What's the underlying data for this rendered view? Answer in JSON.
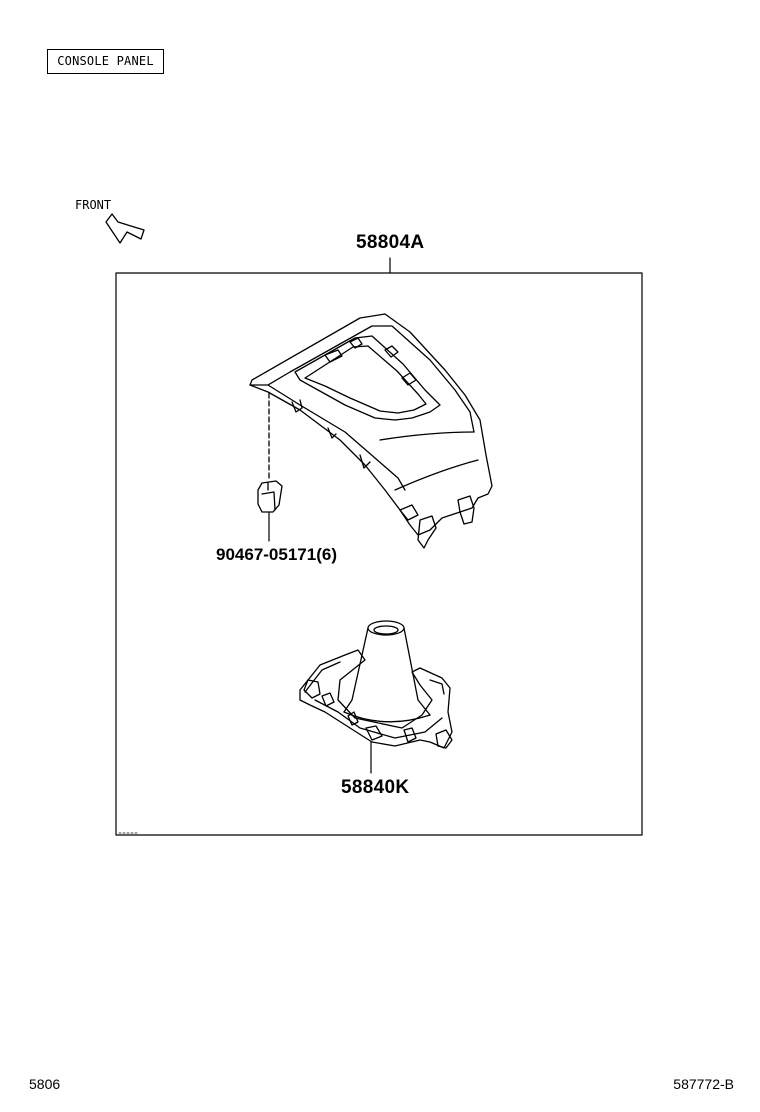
{
  "header": {
    "section_title": "CONSOLE PANEL"
  },
  "orientation": {
    "front_label": "FRONT"
  },
  "parts": {
    "assembly_number": "58804A",
    "clip_number": "90467-05171(6)",
    "boot_number": "58840K"
  },
  "footer": {
    "page_code": "5806",
    "illustration_code": "587772-B"
  }
}
